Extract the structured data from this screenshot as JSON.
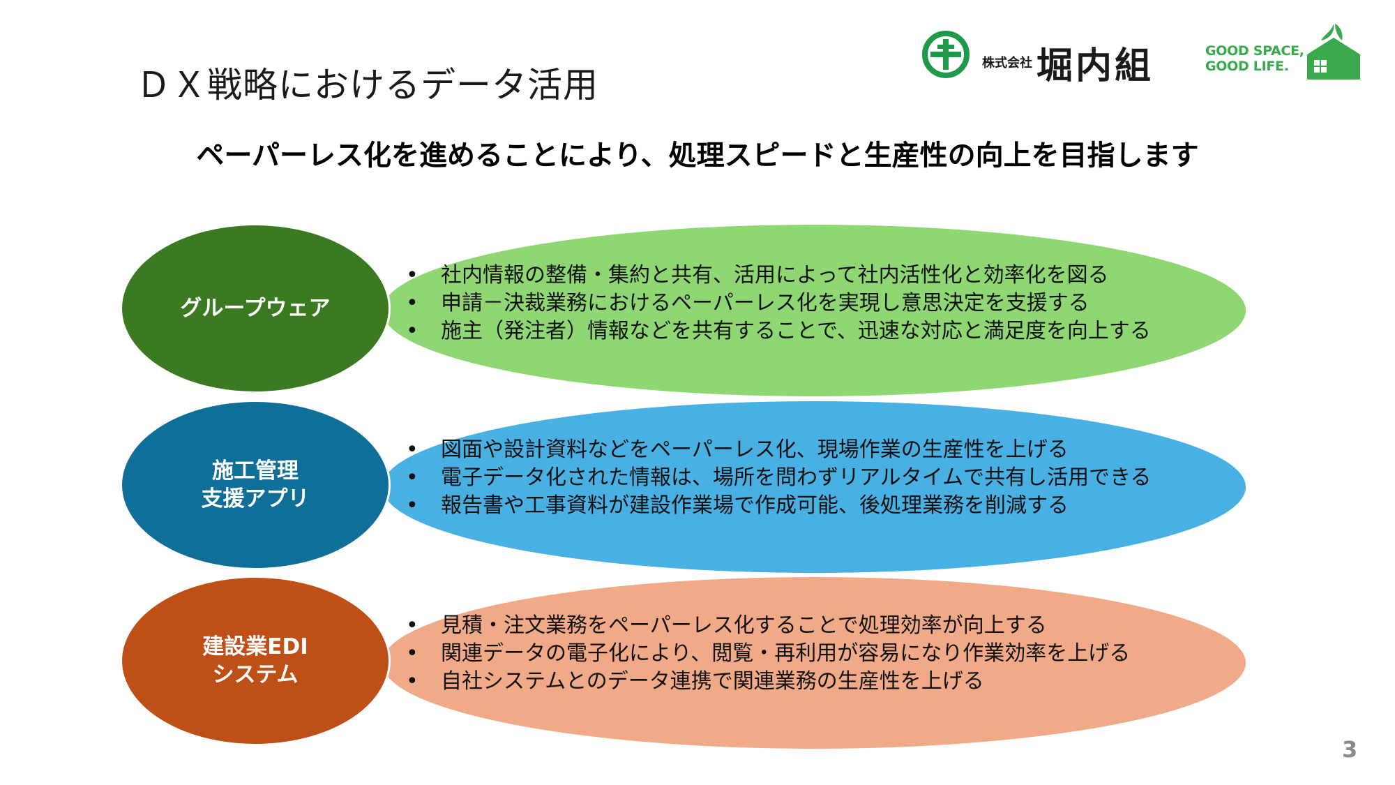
{
  "header": {
    "title": "ＤＸ戦略におけるデータ活用",
    "subtitle": "ペーパーレス化を進めることにより、処理スピードと生産性の向上を目指します"
  },
  "logo": {
    "company_prefix": "株式会社",
    "company_name": "堀内組",
    "slogan_line1": "GOOD SPACE,",
    "slogan_line2": "GOOD LIFE."
  },
  "colors": {
    "group_circle": "#3c7a22",
    "group_pill": "#8fd773",
    "app_circle": "#0f6f98",
    "app_pill": "#48b0e2",
    "edi_circle": "#bd4f17",
    "edi_pill": "#f1aa88",
    "brand_green": "#3aa84b"
  },
  "rows": [
    {
      "label": "グループウェア",
      "bullets": [
        "社内情報の整備・集約と共有、活用によって社内活性化と効率化を図る",
        "申請－決裁業務におけるペーパーレス化を実現し意思決定を支援する",
        "施主（発注者）情報などを共有することで、迅速な対応と満足度を向上する"
      ]
    },
    {
      "label": "施工管理\n支援アプリ",
      "bullets": [
        "図面や設計資料などをペーパーレス化、現場作業の生産性を上げる",
        "電子データ化された情報は、場所を問わずリアルタイムで共有し活用できる",
        "報告書や工事資料が建設作業場で作成可能、後処理業務を削減する"
      ]
    },
    {
      "label": "建設業EDI\nシステム",
      "bullets": [
        "見積・注文業務をペーパーレス化することで処理効率が向上する",
        "関連データの電子化により、閲覧・再利用が容易になり作業効率を上げる",
        "自社システムとのデータ連携で関連業務の生産性を上げる"
      ]
    }
  ],
  "page_number": "3"
}
